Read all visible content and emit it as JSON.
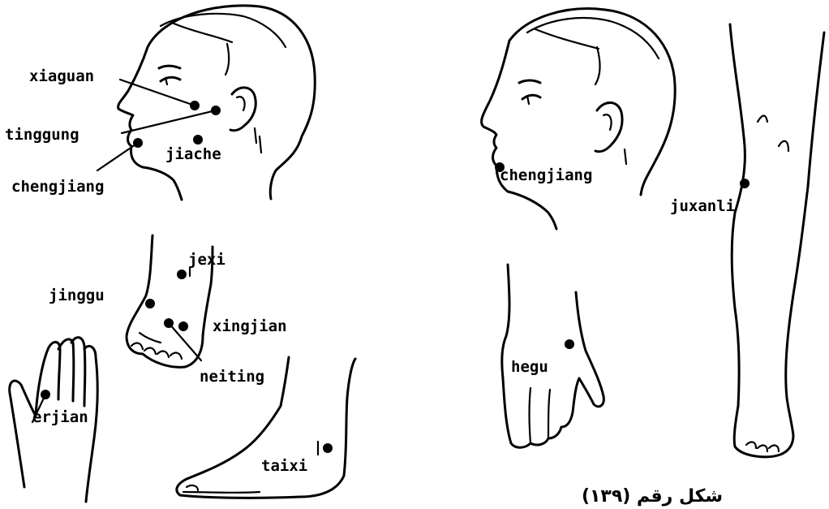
{
  "points": {
    "xiaguan": "xiaguan",
    "tinggung": "tinggung",
    "jiache": "jiache",
    "chengjiang_left": "chengjiang",
    "chengjiang_right": "chengjiang",
    "jexi": "jexi",
    "jinggu": "jinggu",
    "xingjian": "xingjian",
    "neiting": "neiting",
    "erjian": "erjian",
    "taixi": "taixi",
    "hegu": "hegu",
    "juxanli": "juxanli"
  },
  "caption": "شكل رقم (١٣٩)"
}
